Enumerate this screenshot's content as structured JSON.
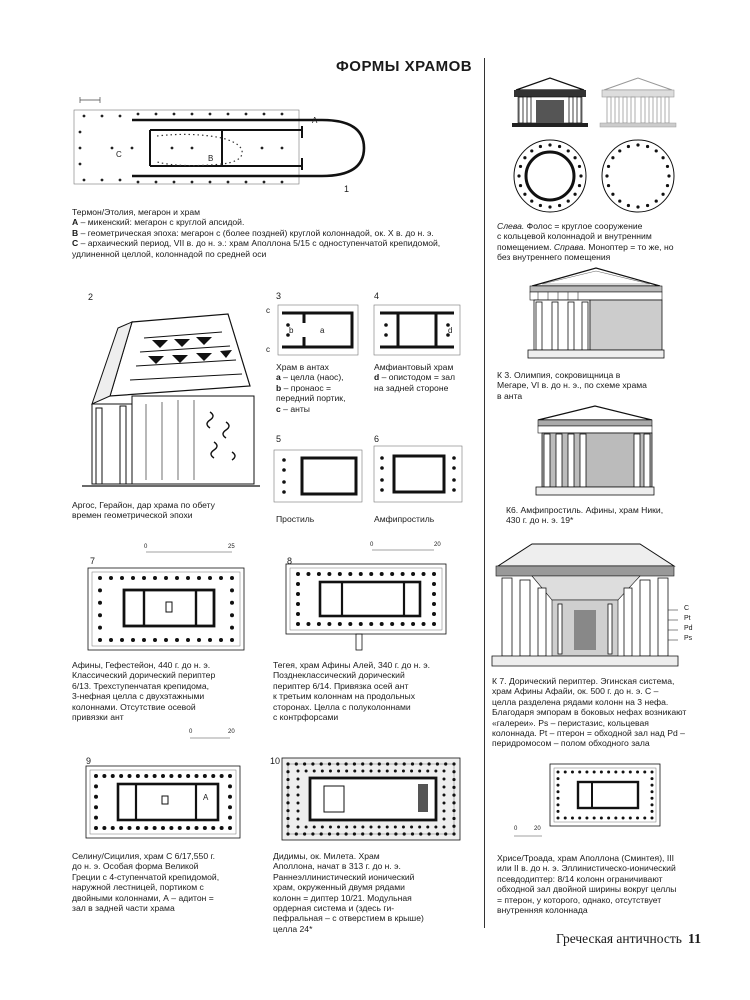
{
  "page": {
    "title": "ФОРМЫ ХРАМОВ",
    "footer_title": "Греческая античность",
    "page_number": "11"
  },
  "fig1": {
    "number": "1",
    "label_a": "A",
    "label_b": "B",
    "label_c": "C",
    "caption_title": "Термон/Этолия, мегарон и храм",
    "line_a_key": "A",
    "line_a_text": " – микенский: мегарон с круглой апсидой.",
    "line_b_key": "B",
    "line_b_text": " – геометрическая эпоха: мегарон с (более поздней) круглой колоннадой, ок. X в. до н. э.",
    "line_c_key": "C",
    "line_c_text": " – архаический период, VII в. до н. э.: храм Аполлона 5/15 с одноступенчатой крепидомой,",
    "line_c_text2": "удлиненной целлой, колоннадой по средней оси"
  },
  "tholos": {
    "caption_l1_em": "Слева.",
    "caption_l1": " Фолос = круглое сооружение",
    "caption_l2": "с кольцевой колоннадой и внутренним",
    "caption_l3_a": "помещением. ",
    "caption_l3_em": "Справа.",
    "caption_l3_b": " Моноптер = то же, но",
    "caption_l4": "без внутреннего помещения"
  },
  "fig2": {
    "number": "2",
    "caption_l1": "Аргос, Герайон, дар храма по обету",
    "caption_l2": "времен геометрической эпохи"
  },
  "fig3": {
    "number": "3",
    "lbl_a": "a",
    "lbl_b": "b",
    "lbl_c1": "c",
    "lbl_c2": "c",
    "caption_l1": "Храм в антах",
    "caption_a_key": "a",
    "caption_a": " – целла (наос),",
    "caption_b_key": "b",
    "caption_b": " – пронаос =",
    "caption_b2": "передний портик,",
    "caption_c_key": "c",
    "caption_c": " – анты"
  },
  "fig4": {
    "number": "4",
    "lbl_d": "d",
    "caption_l1": "Амфиантовый храм",
    "caption_d_key": "d",
    "caption_d": " – опистодом = зал",
    "caption_l3": "на задней стороне"
  },
  "k3": {
    "caption_l1": "К 3. Олимпия, сокровищница в",
    "caption_l2": "Мегаре, VI в. до н. э., по схеме храма",
    "caption_l3": "в анта"
  },
  "fig5": {
    "number": "5",
    "caption": "Простиль"
  },
  "fig6": {
    "number": "6",
    "caption": "Амфипростиль"
  },
  "k6": {
    "caption_l1": "К6. Амфипростиль. Афины, храм Ники,",
    "caption_l2": "430 г. до н. э. 19*"
  },
  "fig7": {
    "number": "7",
    "scale_0": "0",
    "scale_25": "25",
    "caption_l1": "Афины, Гефестейон, 440 г. до н. э.",
    "caption_l2": "Классический дорический периптер",
    "caption_l3": "6/13. Трехступенчатая крепидома,",
    "caption_l4": "3-нефная целла с двухэтажными",
    "caption_l5": "колоннами. Отсутствие осевой",
    "caption_l6": "привязки ант"
  },
  "fig8": {
    "number": "8",
    "scale_0": "0",
    "scale_20": "20",
    "caption_l1": "Тегея, храм Афины Алей, 340 г. до н. э.",
    "caption_l2": "Позднеклассический дорический",
    "caption_l3": "периптер 6/14. Привязка осей ант",
    "caption_l4": "к третьим колоннам на продольных",
    "caption_l5": "сторонах. Целла с полуколоннами",
    "caption_l6": "с контрфорсами"
  },
  "k7": {
    "lbl_c": "C",
    "lbl_pt": "Pt",
    "lbl_pd": "Pd",
    "lbl_ps": "Ps",
    "caption_l1": "К 7. Дорический периптер. Эгинская система,",
    "caption_l2": "храм Афины Афайи, ок. 500 г. до н. э. С –",
    "caption_l3": "целла разделена рядами колонн на 3 нефа.",
    "caption_l4": "Благодаря эмпорам в боковых нефах возникают",
    "caption_l5": "«галереи». Ps – перистазис, кольцевая",
    "caption_l6": "колоннада. Pt – птерон = обходной зал над Pd –",
    "caption_l7": "перидромосом – полом обходного зала"
  },
  "fig9": {
    "number": "9",
    "scale_0": "0",
    "scale_20": "20",
    "lbl_a": "A",
    "caption_l1": "Селину/Сицилия, храм С 6/17,550 г.",
    "caption_l2": "до н. э. Особая форма Великой",
    "caption_l3": "Греции с 4-ступенчатой крепидомой,",
    "caption_l4": "наружной лестницей, портиком с",
    "caption_l5": "двойными колоннами, А – адитон =",
    "caption_l6": "зал в задней части храма"
  },
  "fig10": {
    "number": "10",
    "caption_l1": "Дидимы, ок. Милета. Храм",
    "caption_l2": "Аполлона, начат в 313 г. до н. э.",
    "caption_l3": "Раннеэллинистический ионический",
    "caption_l4": "храм, окруженный двумя рядами",
    "caption_l5": "колонн = диптер 10/21. Модульная",
    "caption_l6": "ордерная система и (здесь ги-",
    "caption_l7": "пефральная – с отверстием в крыше)",
    "caption_l8": "целла 24*"
  },
  "fig11": {
    "scale_0": "0",
    "scale_20": "20",
    "caption_l1": "Хрисе/Троада, храм Аполлона (Сминтея), III",
    "caption_l2": "или II в. до н. э. Эллинистическо-ионический",
    "caption_l3": "псевдодиптер: 8/14 колонн ограничивают",
    "caption_l4": "обходной зал двойной ширины вокруг целлы",
    "caption_l5": "= птерон, у которого, однако, отсутствует",
    "caption_l6": "внутренняя колоннада"
  }
}
